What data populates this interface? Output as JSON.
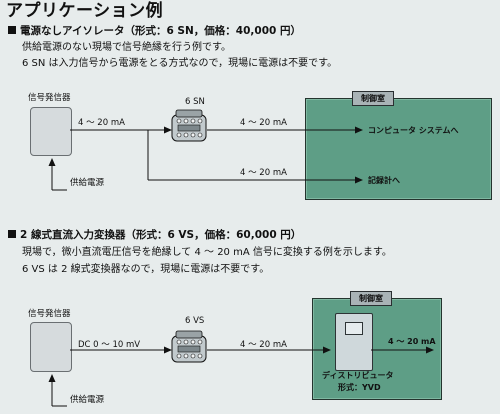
{
  "title": "アプリケーション例",
  "section1": {
    "heading": "電源なしアイソレータ（形式：6 SN，価格：40,000 円）",
    "desc_line1": "供給電源のない現場で信号絶縁を行う例です。",
    "desc_line2": "6 SN は入力信号から電源をとる方式なので，現場に電源は不要です。",
    "generator_label": "信号発信器",
    "power_label": "供給電源",
    "input_signal": "4 ～ 20 mA",
    "device_label": "6 SN",
    "output_signal_1": "4 ～ 20 mA",
    "output_signal_2": "4 ～ 20 mA",
    "control_room": "制御室",
    "dest_1": "コンピュータ システムへ",
    "dest_2": "記録計へ"
  },
  "section2": {
    "heading": "2 線式直流入力変換器（形式：6 VS，価格：60,000 円）",
    "desc_line1": "現場で，微小直流電圧信号を絶縁して 4 ～ 20 mA 信号に変換する例を示します。",
    "desc_line2": "6 VS は 2 線式変換器なので，現場に電源は不要です。",
    "generator_label": "信号発信器",
    "power_label": "供給電源",
    "input_signal": "DC 0 ～ 10 mV",
    "device_label": "6 VS",
    "output_signal": "4 ～ 20 mA",
    "control_room": "制御室",
    "output_signal_2": "4 ～ 20 mA",
    "distributor_label": "ディストリビュータ",
    "distributor_model": "形式：YVD"
  }
}
